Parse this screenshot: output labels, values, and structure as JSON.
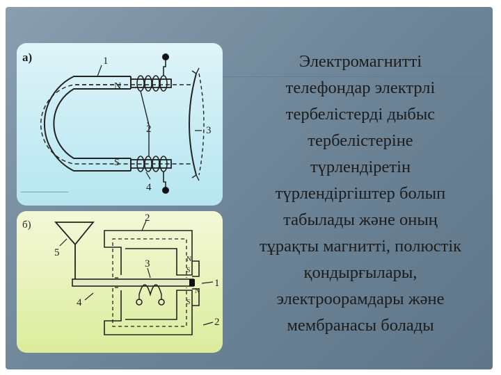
{
  "diagram_a": {
    "label": "а)",
    "numbers": [
      "1",
      "2",
      "3",
      "4"
    ],
    "poles": [
      "N",
      "S"
    ]
  },
  "diagram_b": {
    "label": "б)",
    "numbers": [
      "2",
      "5",
      "3",
      "1",
      "4",
      "2"
    ],
    "poles": [
      "N",
      "S",
      "N",
      "S"
    ]
  },
  "caption_lines": [
    "Электромагнитті",
    "телефондар электрлі",
    "тербелістерді дыбыс",
    "тербелістеріне",
    "түрлендіретін",
    "түрлендіргіштер болып",
    "табылады және оның",
    "тұрақты магнитті, полюстік",
    "қондырғылары,",
    "электроорамдары және",
    "мембранасы  болады"
  ],
  "colors": {
    "frame": "#6f8799",
    "panel_a": "#c7ecf4",
    "panel_b": "#e7f2b8"
  }
}
